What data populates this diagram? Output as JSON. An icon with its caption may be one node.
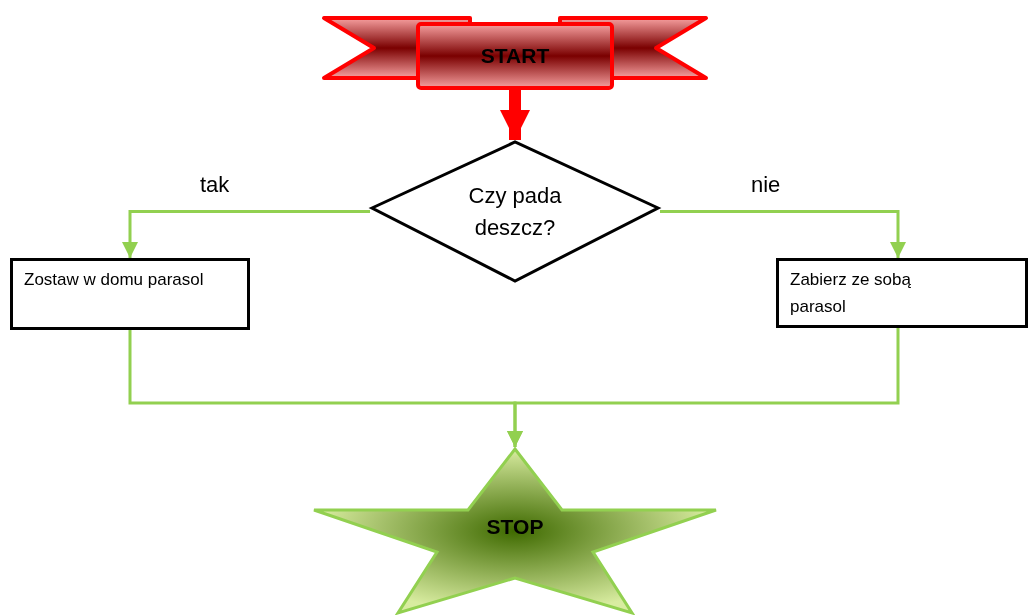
{
  "diagram": {
    "nodes": [
      {
        "text": [
          "START"
        ]
      },
      {
        "text": [
          "Czy pada deszcz?"
        ]
      },
      {
        "text": [
          "Zostaw w domu parasol"
        ]
      },
      {
        "text": [
          "Zabierz ze sobą parasol"
        ]
      },
      {
        "text": [
          "STOP"
        ]
      }
    ],
    "edges": [
      {
        "from": 0,
        "to": 1,
        "arrow": "to",
        "style": "thick",
        "color": "#ff0000"
      },
      {
        "from": 1,
        "to": 2,
        "arrow": "to",
        "label": "tak"
      },
      {
        "from": 1,
        "to": 3,
        "arrow": "to",
        "label": "nie"
      },
      {
        "from": 2,
        "to": 4,
        "arrow": "to"
      },
      {
        "from": 3,
        "to": 4,
        "arrow": "to"
      }
    ]
  }
}
